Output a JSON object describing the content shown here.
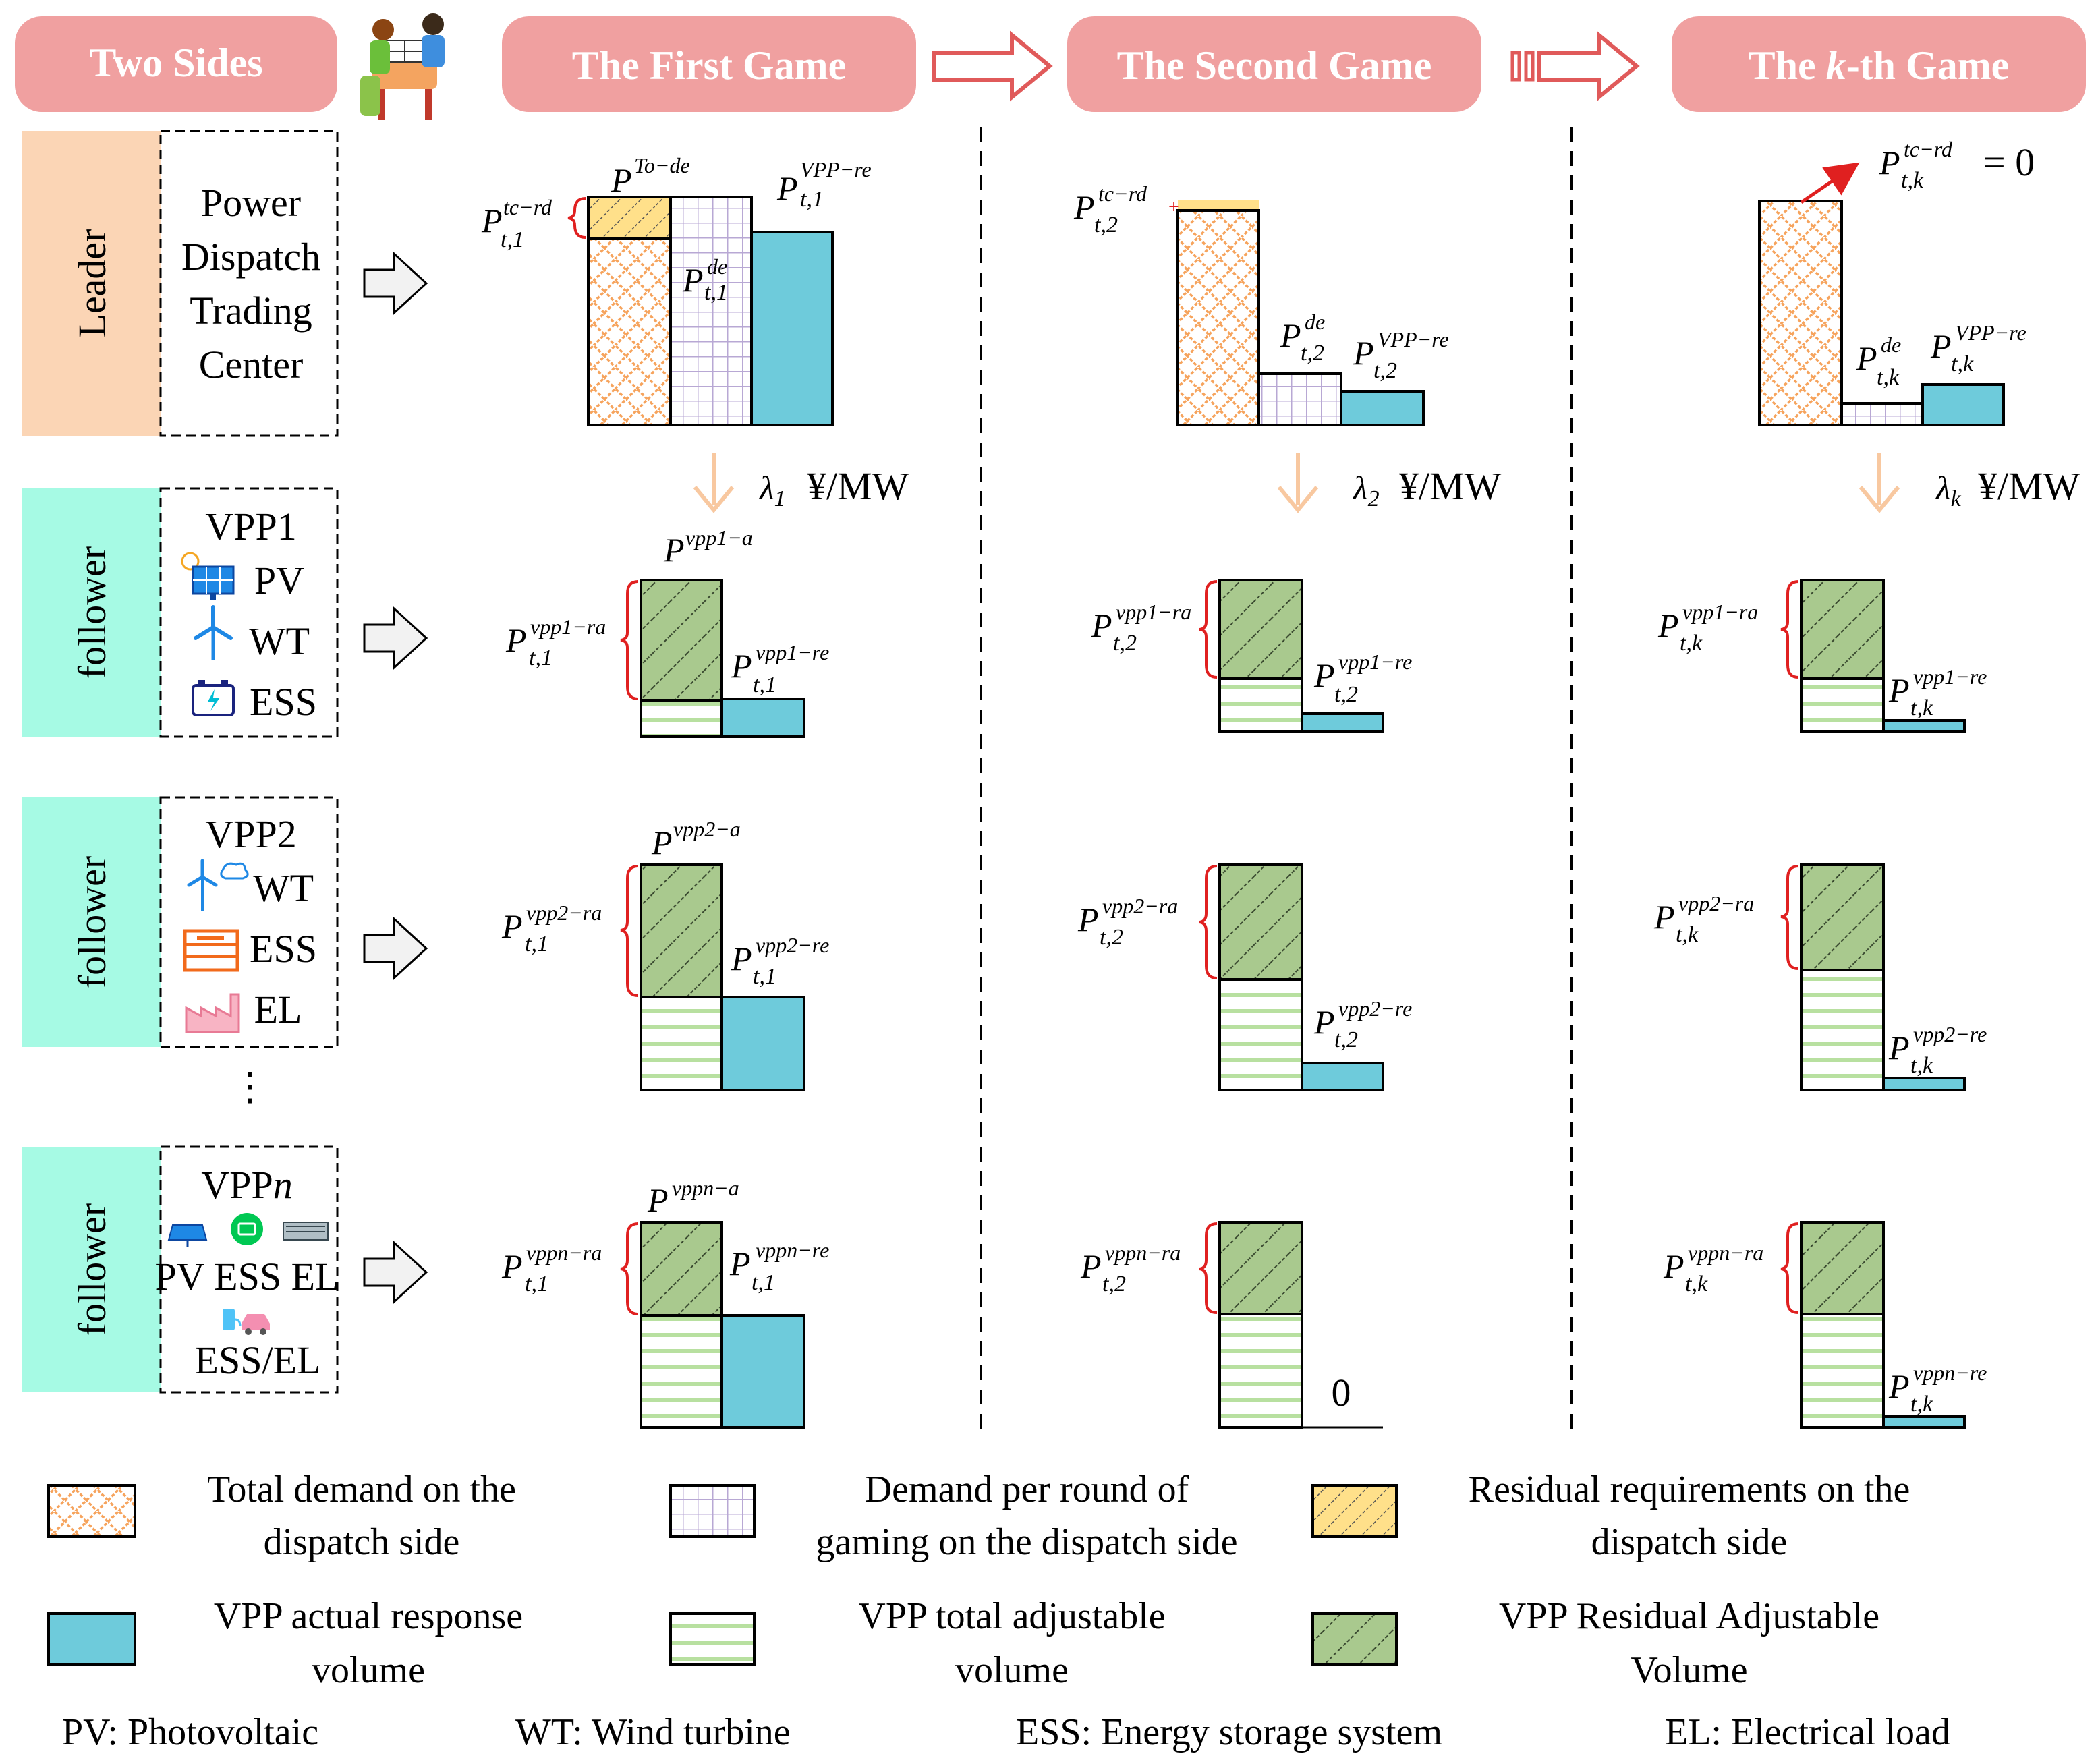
{
  "headers": {
    "two_sides": "Two Sides",
    "first_game": "The First Game",
    "second_game": "The Second Game",
    "kth_game_prefix": "The ",
    "kth_game_k": "k",
    "kth_game_suffix": "-th Game"
  },
  "rows": {
    "leader": {
      "role": "Leader",
      "entity_lines": [
        "Power",
        "Dispatch",
        "Trading",
        "Center"
      ]
    },
    "vpp1": {
      "role": "follower",
      "title": "VPP1",
      "items": [
        {
          "icon": "solar-panel-icon",
          "label": "PV"
        },
        {
          "icon": "wind-turbine-icon",
          "label": "WT"
        },
        {
          "icon": "battery-icon",
          "label": "ESS"
        }
      ]
    },
    "vpp2": {
      "role": "follower",
      "title": "VPP2",
      "items": [
        {
          "icon": "wind-turbine-icon",
          "label": "WT"
        },
        {
          "icon": "battery-rack-icon",
          "label": "ESS"
        },
        {
          "icon": "factory-icon",
          "label": "EL"
        }
      ]
    },
    "ellipsis": "⋮",
    "vppn": {
      "role": "follower",
      "title_prefix": "VPP",
      "title_n": "n",
      "items_line": "PV ESS EL",
      "last_item": "ESS/EL"
    }
  },
  "labels": {
    "P": "P",
    "to_de": "To−de",
    "tc_rd": "tc−rd",
    "de": "de",
    "vpp_re": "VPP−re",
    "t1": "t,1",
    "t2": "t,2",
    "tk": "t,k",
    "eq_zero": "= 0",
    "lambda": "λ",
    "lambda_1": "1",
    "lambda_2": "2",
    "lambda_k": "k",
    "price_unit": "¥/MW",
    "zero": "0",
    "vpp1_a": "vpp1−a",
    "vpp1_ra": "vpp1−ra",
    "vpp1_re": "vpp1−re",
    "vpp2_a": "vpp2−a",
    "vpp2_ra": "vpp2−ra",
    "vpp2_re": "vpp2−re",
    "vppn_a": "vppn−a",
    "vppn_ra": "vppn−ra",
    "vppn_re": "vppn−re"
  },
  "legend": {
    "total_demand": [
      "Total demand on the",
      "dispatch side"
    ],
    "demand_per_round": [
      "Demand per round of",
      "gaming on the dispatch side"
    ],
    "residual_req": [
      "Residual requirements on the",
      "dispatch side"
    ],
    "actual_response": [
      "VPP actual response",
      "volume"
    ],
    "total_adjustable": [
      "VPP total adjustable",
      "volume"
    ],
    "residual_adjustable": [
      "VPP Residual Adjustable",
      "Volume"
    ]
  },
  "abbreviations": [
    "PV: Photovoltaic",
    "WT: Wind turbine",
    "ESS: Energy storage system",
    "EL: Electrical load"
  ],
  "colors": {
    "header_fill": "#F0A0A0",
    "leader_fill": "#FBD5B5",
    "follower_fill": "#A6FAE4",
    "total_demand_line": "#F6A35C",
    "per_round_line": "#B8A8D4",
    "residual_req_fill": "#FFE08A",
    "response_fill": "#6ECBDB",
    "adjustable_line": "#B8E0A0",
    "residual_adj_fill": "#A9C98E",
    "brace": "#E02020",
    "flow_arrow": "#F8C8A0"
  }
}
